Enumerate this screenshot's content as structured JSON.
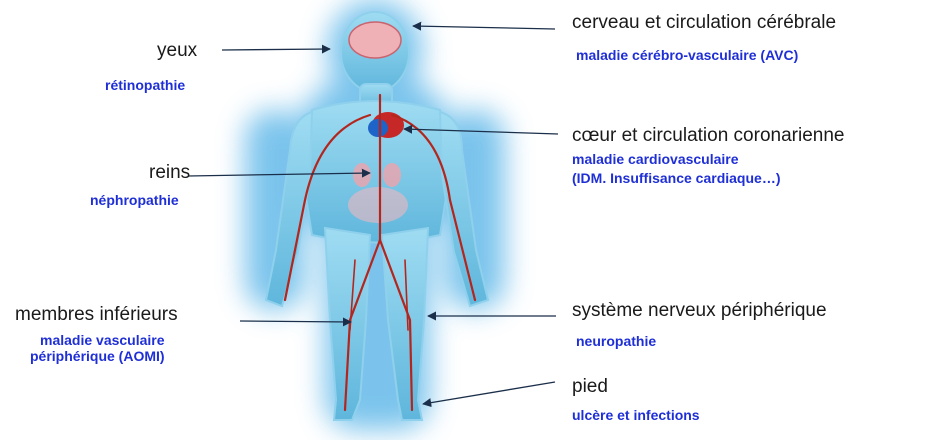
{
  "colors": {
    "organ_text": "#1a1a1a",
    "condition_text": "#1f2fd6",
    "body_glow": "#6fc3ea",
    "vessel": "#b3261e",
    "arrow": "#1b2f4a"
  },
  "labels": {
    "yeux": {
      "organ": "yeux",
      "condition": "rétinopathie"
    },
    "reins": {
      "organ": "reins",
      "condition": "néphropathie"
    },
    "membres": {
      "organ": "membres inférieurs",
      "condition_line1": "maladie vasculaire",
      "condition_line2": "périphérique (AOMI)"
    },
    "cerveau": {
      "organ": "cerveau et circulation cérébrale",
      "condition": "maladie cérébro-vasculaire (AVC)"
    },
    "coeur": {
      "organ": "cœur et circulation coronarienne",
      "condition_line1": "maladie cardiovasculaire",
      "condition_line2": "(IDM. Insuffisance cardiaque…)"
    },
    "nerveux": {
      "organ": "système nerveux périphérique",
      "condition": "neuropathie"
    },
    "pied": {
      "organ": "pied",
      "condition": "ulcère et infections"
    }
  }
}
